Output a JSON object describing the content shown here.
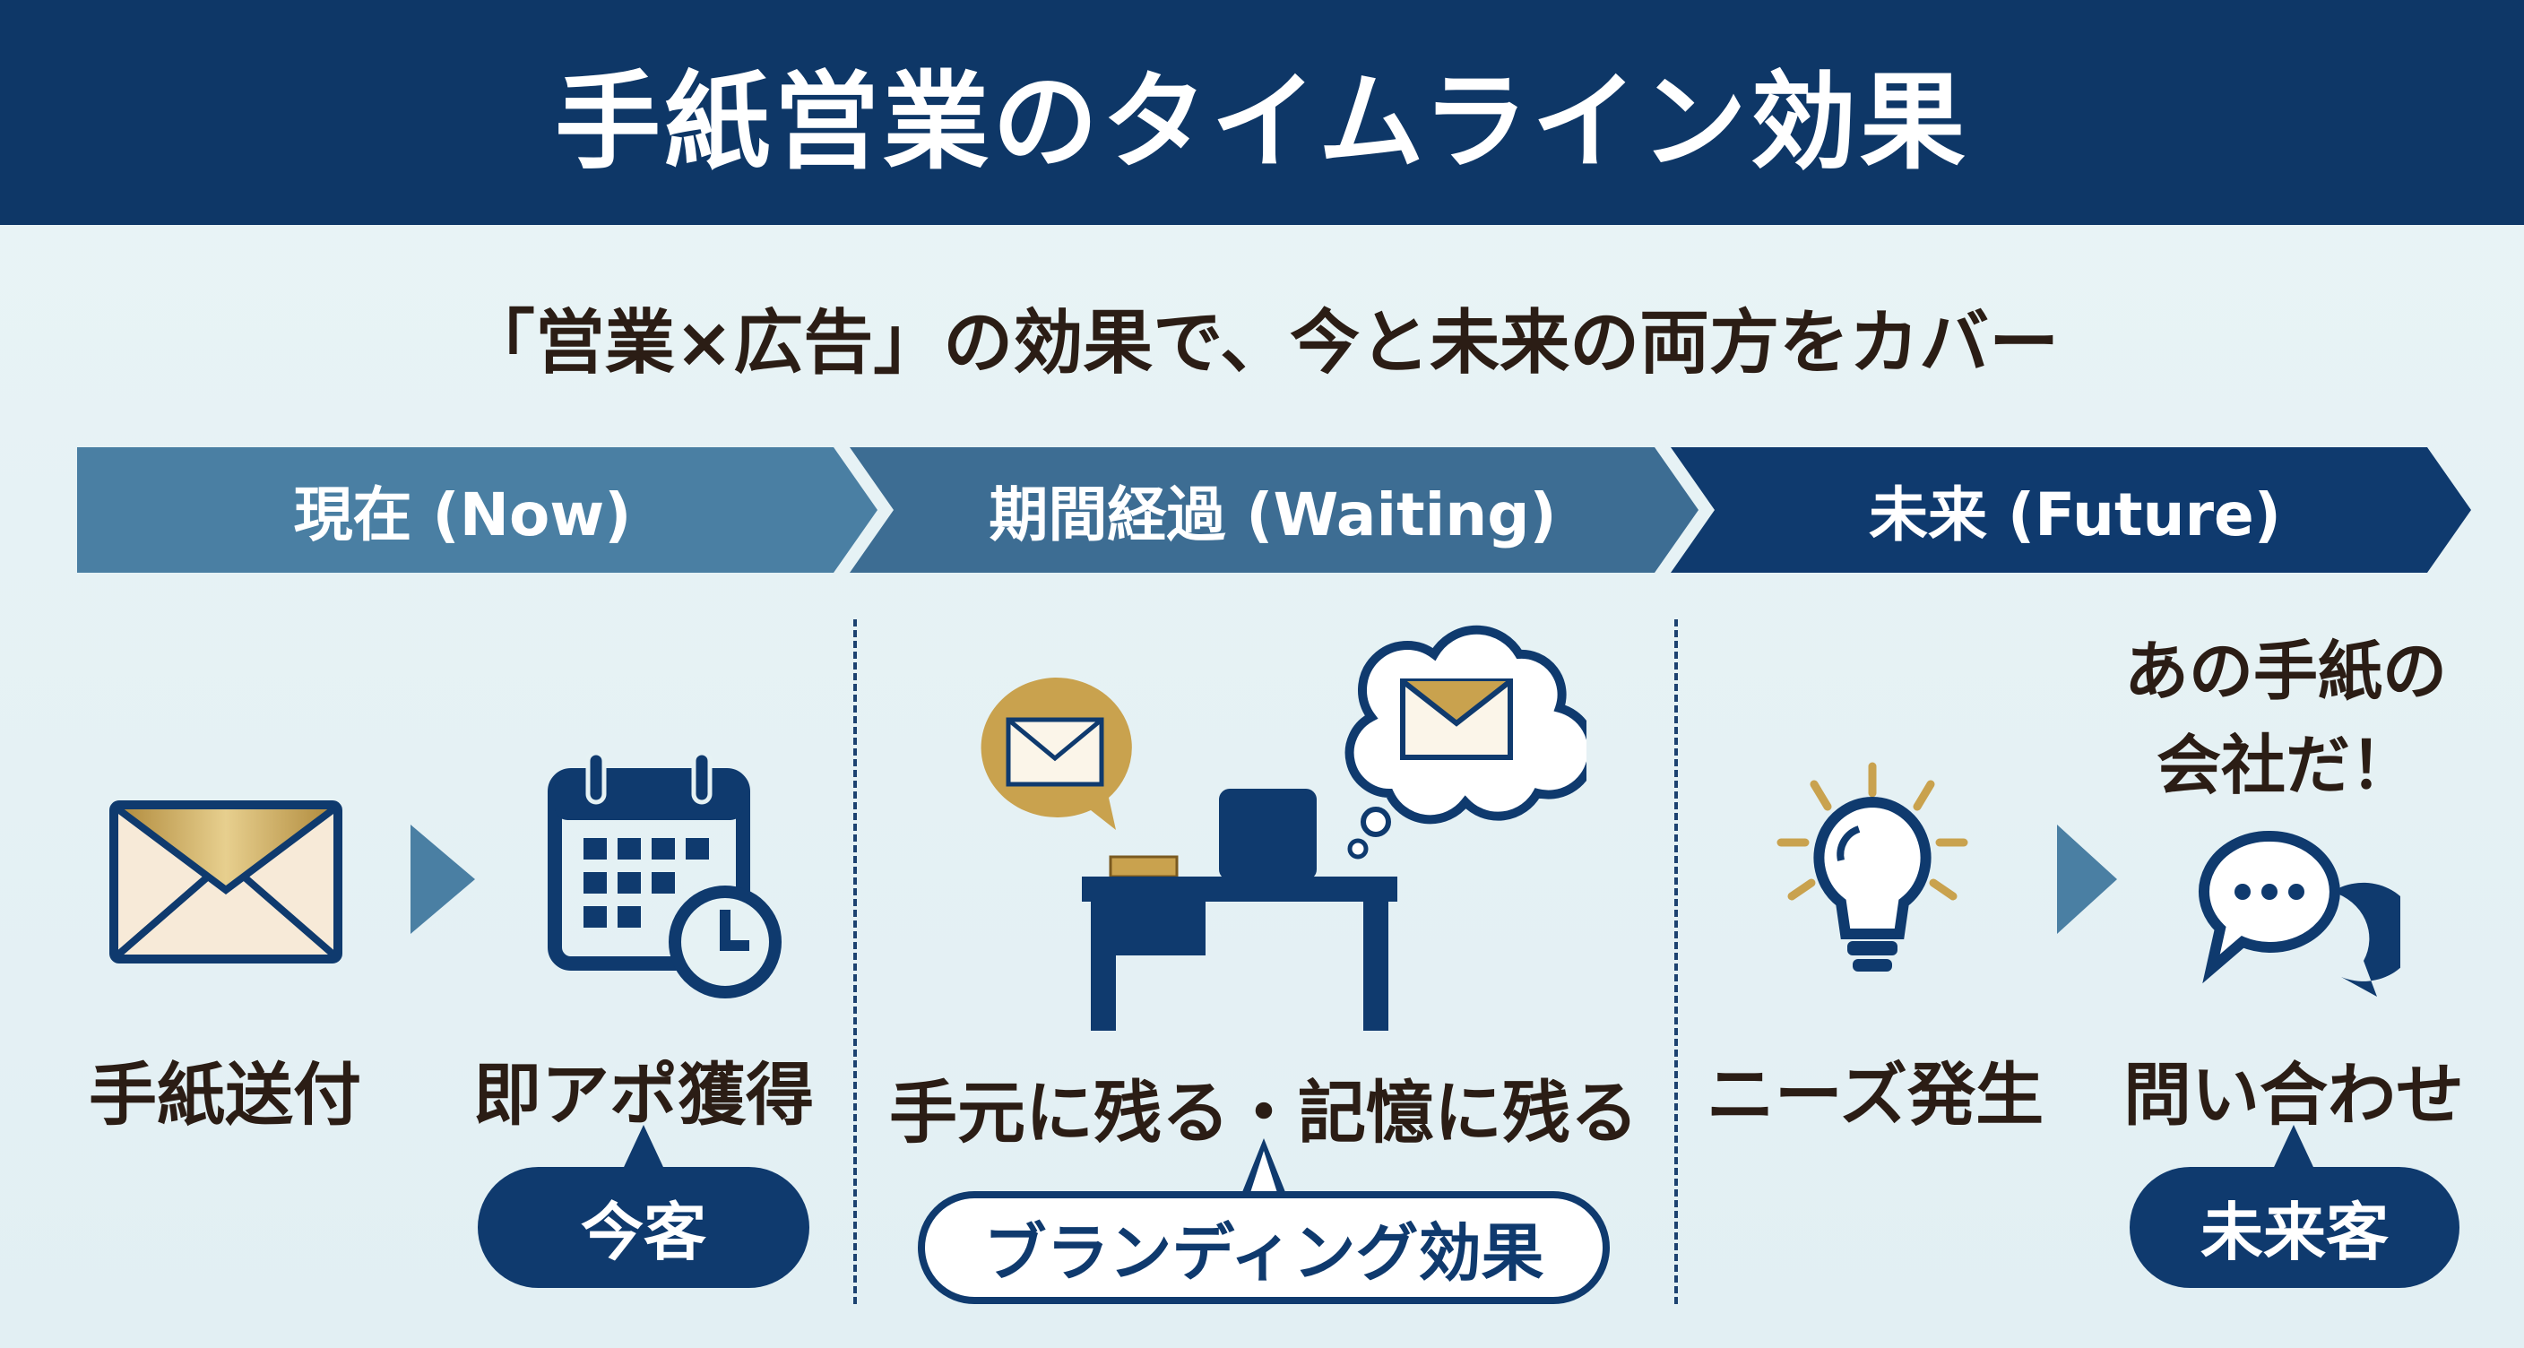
{
  "header": {
    "title": "手紙営業のタイムライン効果"
  },
  "subtitle": "「営業×広告」の効果で、今と未来の両方をカバー",
  "phases": [
    {
      "label": "現在 (Now)",
      "color": "#4a7fa3"
    },
    {
      "label": "期間経過 (Waiting)",
      "color": "#3d6d93"
    },
    {
      "label": "未来 (Future)",
      "color": "#0f3a6e"
    }
  ],
  "steps": {
    "send": "手紙送付",
    "appointment": "即アポ獲得",
    "remain": "手元に残る・記憶に残る",
    "need": "ニーズ発生",
    "inquiry": "問い合わせ"
  },
  "badges": {
    "now": "今客",
    "branding": "ブランディング効果",
    "future": "未来客"
  },
  "speech": {
    "line1": "あの手紙の",
    "line2": "会社だ！"
  },
  "colors": {
    "navy": "#0f3a6e",
    "gold": "#c9a24e",
    "background": "#e6f2f4"
  }
}
